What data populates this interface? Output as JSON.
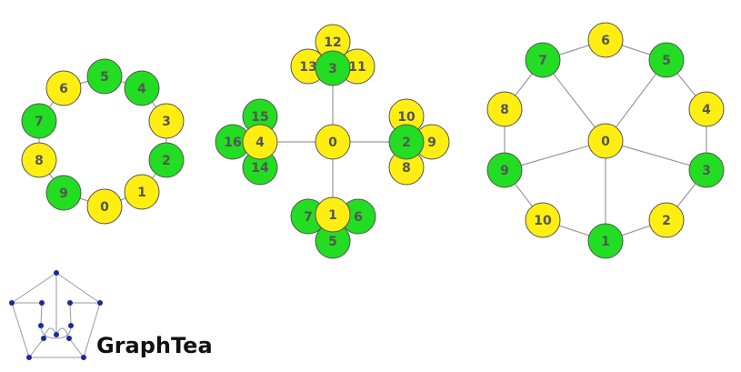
{
  "colors": {
    "green": "#22dd22",
    "yellow": "#ffee11",
    "edge": "#999999",
    "stroke": "#555555",
    "logo": "#1a2a99"
  },
  "logo": {
    "text": "GraphTea"
  },
  "graphs": {
    "cycle": {
      "nodes": [
        {
          "label": "0",
          "color": "yellow"
        },
        {
          "label": "1",
          "color": "yellow"
        },
        {
          "label": "2",
          "color": "green"
        },
        {
          "label": "3",
          "color": "yellow"
        },
        {
          "label": "4",
          "color": "green"
        },
        {
          "label": "5",
          "color": "green"
        },
        {
          "label": "6",
          "color": "yellow"
        },
        {
          "label": "7",
          "color": "green"
        },
        {
          "label": "8",
          "color": "yellow"
        },
        {
          "label": "9",
          "color": "green"
        }
      ]
    },
    "star": {
      "nodes": [
        {
          "label": "0",
          "color": "yellow"
        },
        {
          "label": "1",
          "color": "yellow"
        },
        {
          "label": "2",
          "color": "green"
        },
        {
          "label": "3",
          "color": "green"
        },
        {
          "label": "4",
          "color": "yellow"
        },
        {
          "label": "5",
          "color": "green"
        },
        {
          "label": "6",
          "color": "green"
        },
        {
          "label": "7",
          "color": "green"
        },
        {
          "label": "8",
          "color": "yellow"
        },
        {
          "label": "9",
          "color": "yellow"
        },
        {
          "label": "10",
          "color": "yellow"
        },
        {
          "label": "11",
          "color": "yellow"
        },
        {
          "label": "12",
          "color": "yellow"
        },
        {
          "label": "13",
          "color": "yellow"
        },
        {
          "label": "14",
          "color": "green"
        },
        {
          "label": "15",
          "color": "green"
        },
        {
          "label": "16",
          "color": "green"
        }
      ]
    },
    "wheel": {
      "nodes": [
        {
          "label": "0",
          "color": "yellow"
        },
        {
          "label": "1",
          "color": "green"
        },
        {
          "label": "2",
          "color": "yellow"
        },
        {
          "label": "3",
          "color": "green"
        },
        {
          "label": "4",
          "color": "yellow"
        },
        {
          "label": "5",
          "color": "green"
        },
        {
          "label": "6",
          "color": "yellow"
        },
        {
          "label": "7",
          "color": "green"
        },
        {
          "label": "8",
          "color": "yellow"
        },
        {
          "label": "9",
          "color": "green"
        },
        {
          "label": "10",
          "color": "yellow"
        }
      ]
    }
  }
}
